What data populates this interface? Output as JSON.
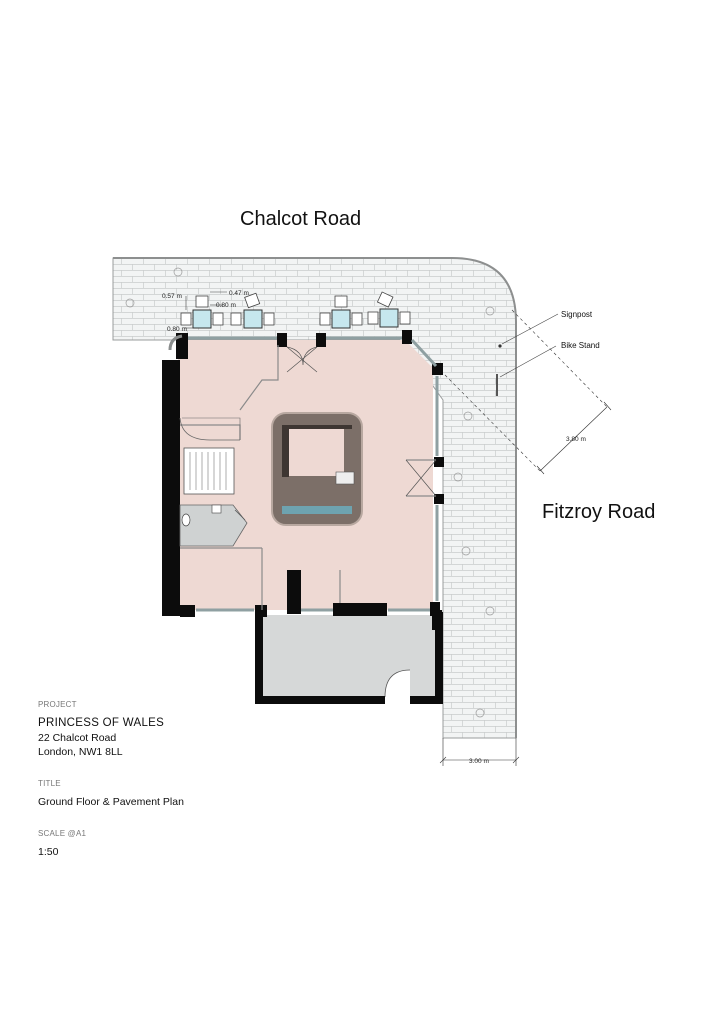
{
  "streets": {
    "north": "Chalcot Road",
    "east": "Fitzroy Road"
  },
  "annotations": {
    "signpost": "Signpost",
    "bike_stand": "Bike Stand",
    "dim_diagonal": "3.80 m",
    "dim_pavement": "3.00 m",
    "dim_table_a": "0.47 m",
    "dim_table_b": "0.57 m",
    "dim_table_c": "0.80 m",
    "dim_table_d": "0.80 m"
  },
  "title_block": {
    "project_label": "PROJECT",
    "project_name": "PRINCESS OF WALES",
    "address_line1": "22 Chalcot Road",
    "address_line2": "London, NW1 8LL",
    "title_label": "TITLE",
    "title": "Ground Floor & Pavement Plan",
    "scale_label": "SCALE @A1",
    "scale": "1:50"
  },
  "colors": {
    "pavement": "#f1f3f3",
    "interior": "#eed9d3",
    "service_area": "#d6d8d8",
    "wall": "#0c0c0c",
    "bar": "#7c6f68",
    "bar_counter": "#6ea3b0"
  }
}
